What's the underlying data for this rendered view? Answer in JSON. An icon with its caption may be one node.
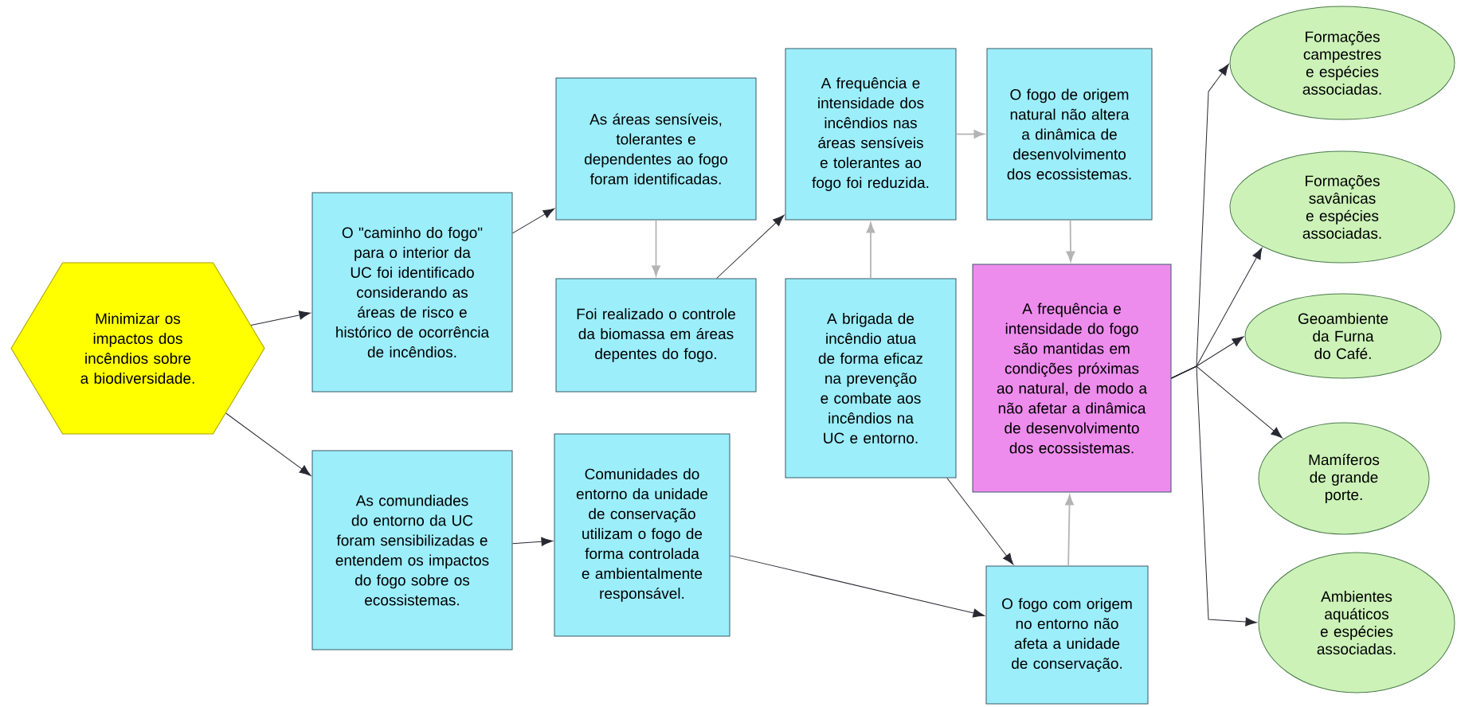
{
  "diagram": {
    "nodes": [
      {
        "text": [
          "Minimizar os impactos dos incêndios sobre a biodiversidade."
        ]
      },
      {
        "text": [
          "O \"caminho do fogo\" para o interior da UC foi identificado considerando as áreas de risco e histórico de ocorrência de incêndios."
        ]
      },
      {
        "text": [
          "As áreas sensíveis, tolerantes e dependentes ao fogo foram identificadas."
        ]
      },
      {
        "text": [
          "Foi realizado o controle da biomassa em áreas depentes do fogo."
        ]
      },
      {
        "text": [
          "A frequência e intensidade dos incêndios nas áreas sensíveis e tolerantes ao fogo foi reduzida."
        ]
      },
      {
        "text": [
          "O fogo de origem natural não altera a dinâmica de desenvolvimento dos ecossistemas."
        ]
      },
      {
        "text": [
          "A brigada de incêndio atua de forma eficaz na prevenção e combate aos incêndios na UC e entorno."
        ]
      },
      {
        "text": [
          "A frequência e intensidade do fogo são mantidas em condições próximas ao natural, de modo a não afetar a dinâmica de desenvolvimento dos ecossistemas."
        ]
      },
      {
        "text": [
          "As comundiades do entorno da UC foram sensibilizadas e entendem os impactos do fogo sobre os ecossistemas."
        ]
      },
      {
        "text": [
          "Comunidades do entorno da unidade de conservação utilizam o fogo de forma controlada e ambientalmente responsável."
        ]
      },
      {
        "text": [
          "O fogo com origem no entorno não afeta a unidade de conservação."
        ]
      },
      {
        "text": [
          "Formações campestres e espécies associadas."
        ]
      },
      {
        "text": [
          "Formações savânicas e espécies associadas."
        ]
      },
      {
        "text": [
          "Geoambiente da Furna do Café."
        ]
      },
      {
        "text": [
          "Mamíferos de grande porte."
        ]
      },
      {
        "text": [
          "Ambientes aquáticos e espécies associadas."
        ]
      }
    ],
    "edges": [
      {
        "from": 0,
        "to": 1,
        "arrow": "to"
      },
      {
        "from": 0,
        "to": 8,
        "arrow": "to"
      },
      {
        "from": 1,
        "to": 2,
        "arrow": "to"
      },
      {
        "from": 2,
        "to": 3,
        "arrow": "to",
        "color": "#b4b4b4"
      },
      {
        "from": 3,
        "to": 4,
        "arrow": "to"
      },
      {
        "from": 4,
        "to": 5,
        "arrow": "to",
        "color": "#b4b4b4"
      },
      {
        "from": 6,
        "to": 4,
        "arrow": "to",
        "color": "#b4b4b4"
      },
      {
        "from": 5,
        "to": 7,
        "arrow": "to",
        "color": "#b4b4b4"
      },
      {
        "from": 8,
        "to": 9,
        "arrow": "to"
      },
      {
        "from": 9,
        "to": 10,
        "arrow": "to"
      },
      {
        "from": 6,
        "to": 10,
        "arrow": "to"
      },
      {
        "from": 10,
        "to": 7,
        "arrow": "to",
        "color": "#b4b4b4"
      },
      {
        "from": 7,
        "to": 11,
        "arrow": "to"
      },
      {
        "from": 7,
        "to": 12,
        "arrow": "to"
      },
      {
        "from": 7,
        "to": 13,
        "arrow": "to"
      },
      {
        "from": 7,
        "to": 14,
        "arrow": "to"
      },
      {
        "from": 7,
        "to": 15,
        "arrow": "to"
      }
    ]
  }
}
